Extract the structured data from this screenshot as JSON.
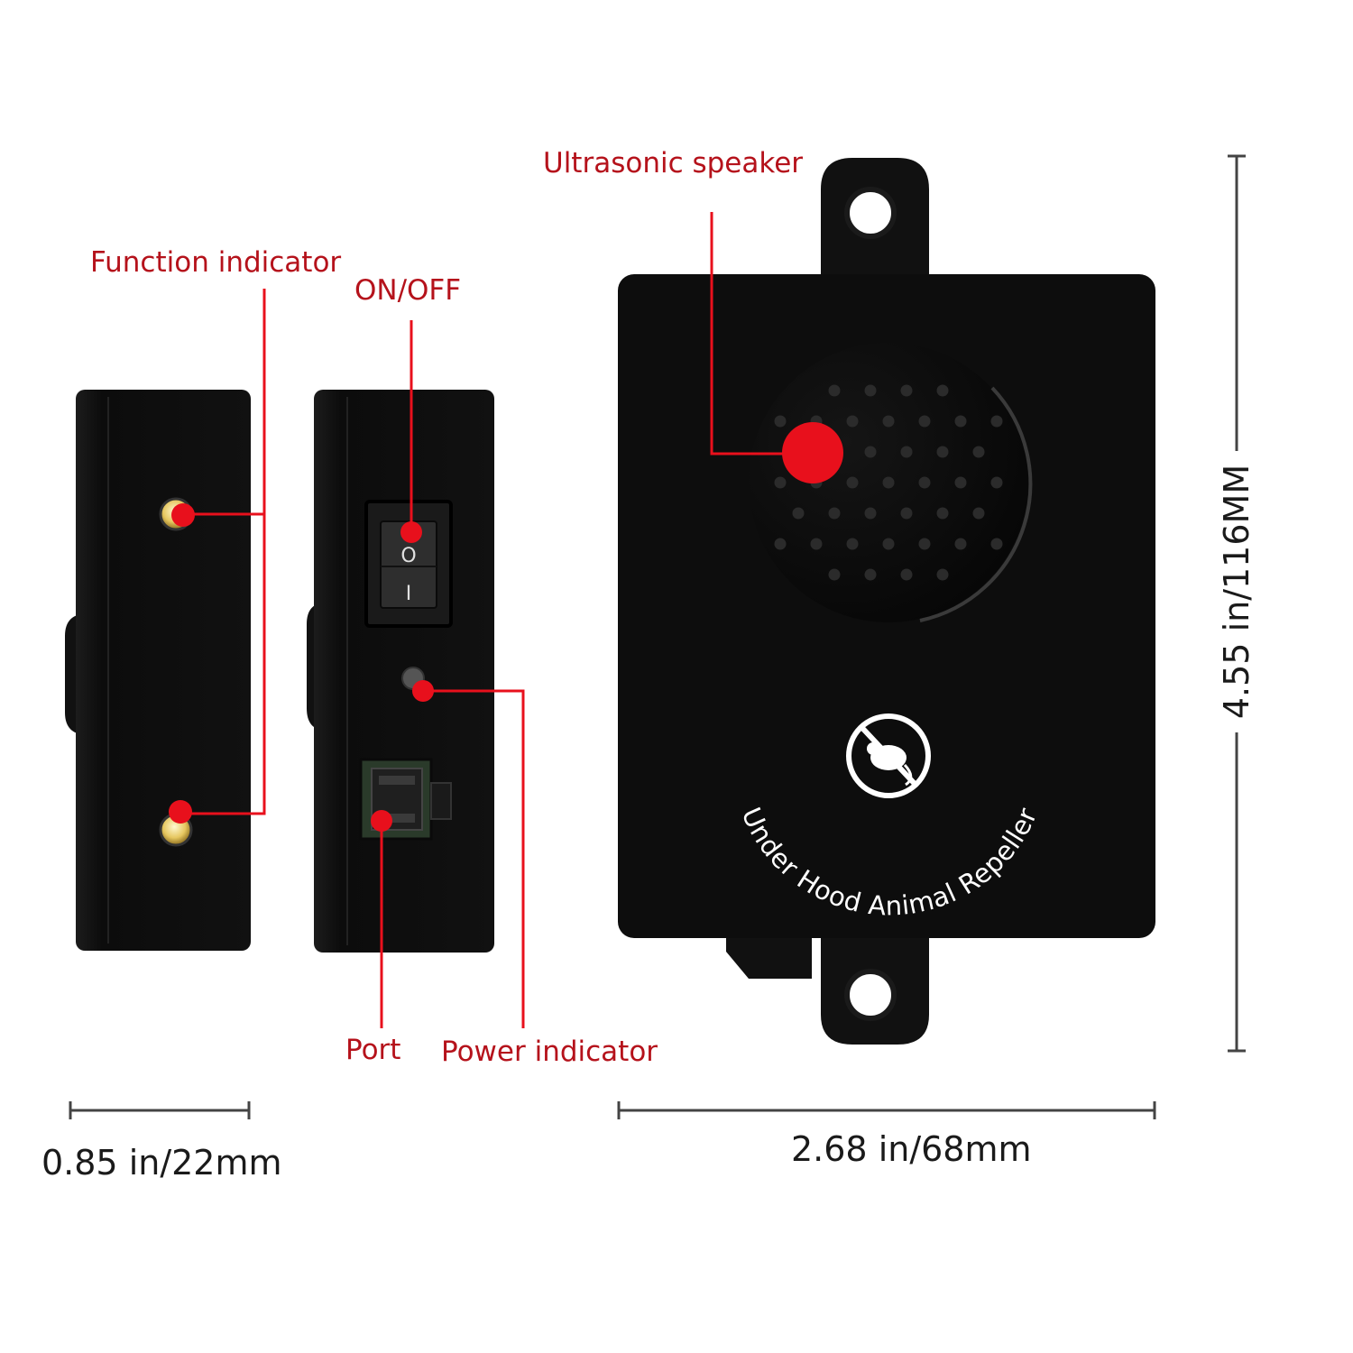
{
  "callouts": {
    "function_indicator": "Function indicator",
    "on_off": "ON/OFF",
    "ultrasonic_speaker": "Ultrasonic speaker",
    "port": "Port",
    "power_indicator": "Power indicator"
  },
  "switch": {
    "on_symbol": "O",
    "off_symbol": "I"
  },
  "product": {
    "brand_text": "Under Hood Animal Repeller"
  },
  "dimensions": {
    "depth": "0.85 in/22mm",
    "width": "2.68 in/68mm",
    "height": "4.55 in/116MM"
  },
  "colors": {
    "callout": "#b5121b",
    "marker": "#e8101c",
    "device": "#0d0d0d",
    "dimension_line": "#444444"
  }
}
